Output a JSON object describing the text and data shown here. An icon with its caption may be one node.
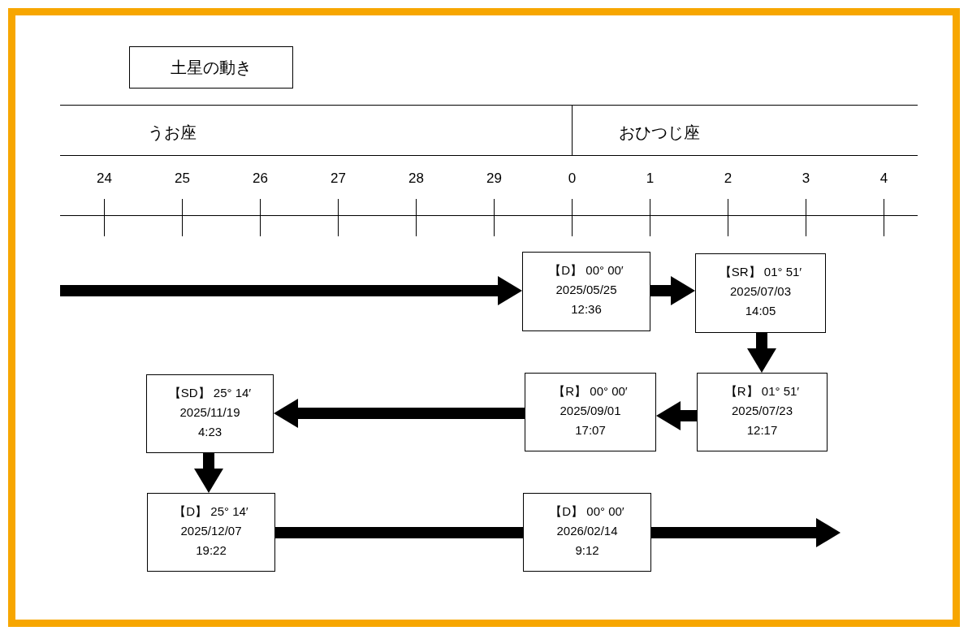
{
  "diagram": {
    "nodes": [
      {
        "text": [
          "土星の動き"
        ]
      },
      {
        "text": [
          "【D】 00° 00′",
          "2025/05/25",
          "12:36"
        ]
      },
      {
        "text": [
          "【SR】 01° 51′",
          "2025/07/03",
          "14:05"
        ]
      },
      {
        "text": [
          "【SD】 25° 14′",
          "2025/11/19",
          "4:23"
        ]
      },
      {
        "text": [
          "【R】 00° 00′",
          "2025/09/01",
          "17:07"
        ]
      },
      {
        "text": [
          "【R】 01° 51′",
          "2025/07/23",
          "12:17"
        ]
      },
      {
        "text": [
          "【D】 25° 14′",
          "2025/12/07",
          "19:22"
        ]
      },
      {
        "text": [
          "【D】 00° 00′",
          "2026/02/14",
          "9:12"
        ]
      }
    ],
    "edges": [
      {
        "from": null,
        "to": 1,
        "arrow": "to"
      },
      {
        "from": 1,
        "to": 2,
        "arrow": "to"
      },
      {
        "from": 2,
        "to": 5,
        "arrow": "to"
      },
      {
        "from": 5,
        "to": 4,
        "arrow": "to"
      },
      {
        "from": 4,
        "to": 3,
        "arrow": "to"
      },
      {
        "from": 3,
        "to": 6,
        "arrow": "to"
      },
      {
        "from": 6,
        "to": 7,
        "arrow": "none"
      },
      {
        "from": 7,
        "to": null,
        "arrow": "to"
      }
    ],
    "labels": [
      "うお座",
      "おひつじ座",
      "24",
      "25",
      "26",
      "27",
      "28",
      "29",
      "0",
      "1",
      "2",
      "3",
      "4"
    ]
  }
}
